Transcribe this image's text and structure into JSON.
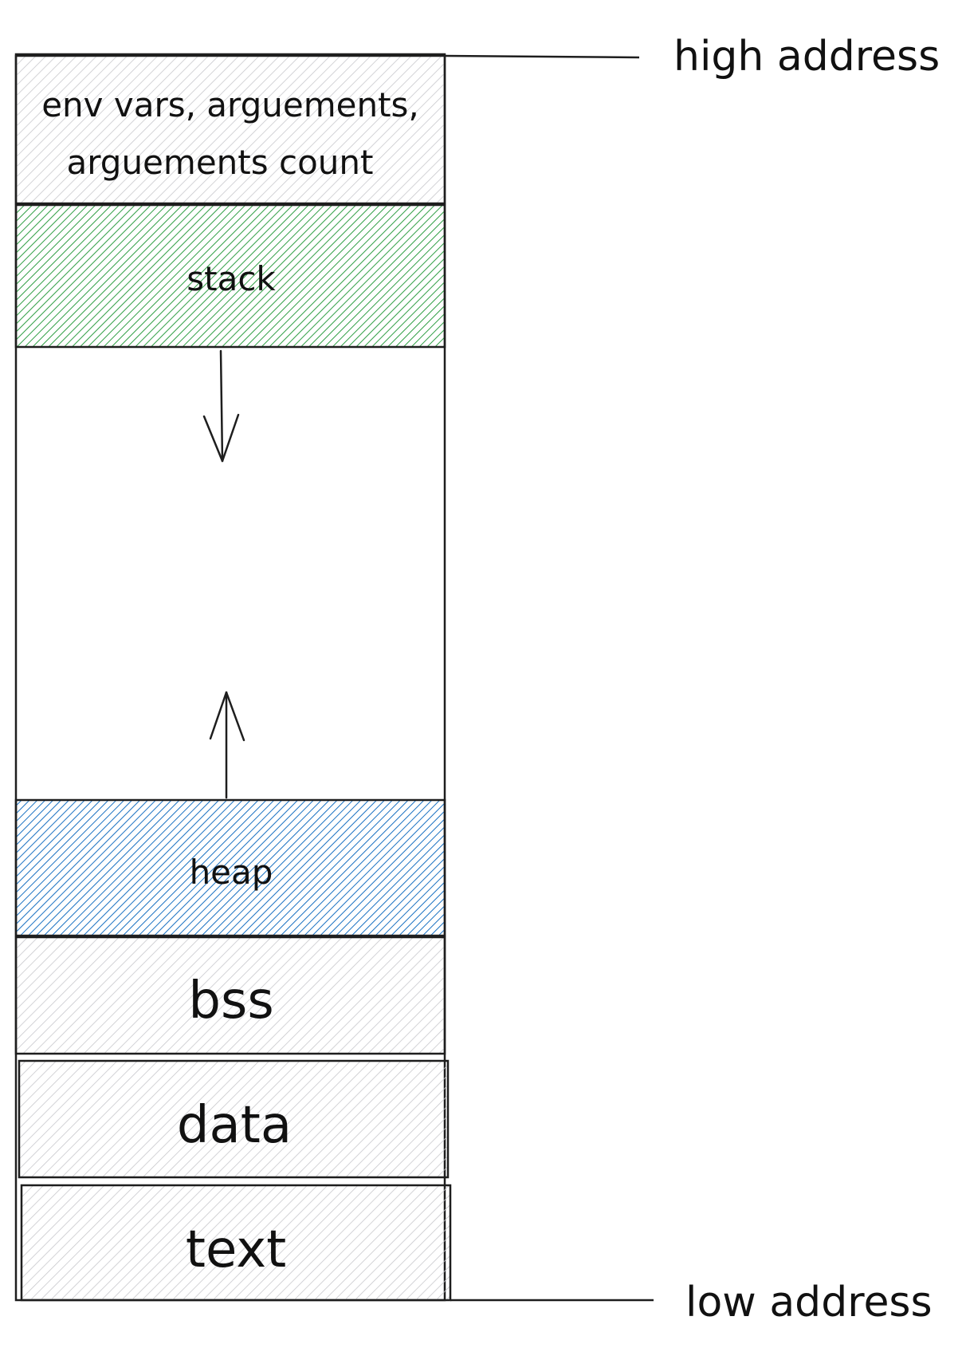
{
  "diagram": {
    "address_labels": {
      "high": "high address",
      "low": "low address"
    },
    "segments": {
      "env": {
        "line1": "env vars, arguements,",
        "line2": "arguements count"
      },
      "stack": {
        "label": "stack",
        "fill": "#2f9e44"
      },
      "heap": {
        "label": "heap",
        "fill": "#1971c2"
      },
      "bss": {
        "label": "bss"
      },
      "data": {
        "label": "data"
      },
      "text": {
        "label": "text"
      }
    },
    "arrows": {
      "stack_growth": "down",
      "heap_growth": "up"
    },
    "colors": {
      "outline": "#1e1e1e",
      "gray_hatch": "#c4c4c8",
      "green_hatch": "#2f9e44",
      "blue_hatch": "#1971c2"
    }
  }
}
